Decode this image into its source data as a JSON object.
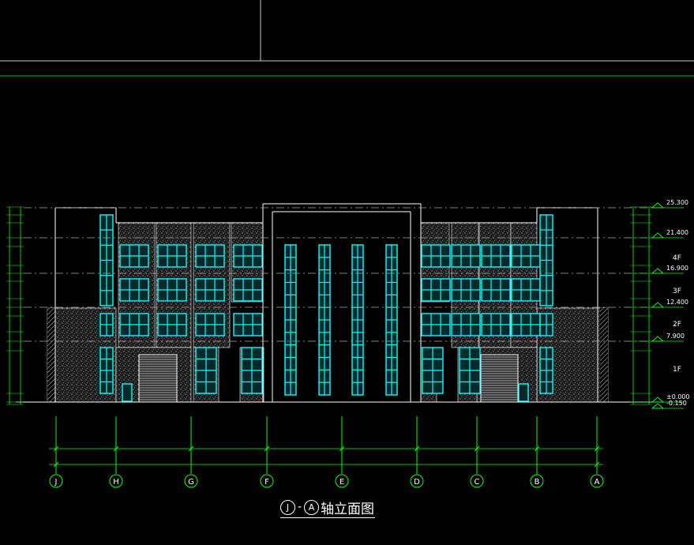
{
  "drawing": {
    "title": {
      "from_axis": "J",
      "separator": "-",
      "to_axis": "A",
      "suffix": "轴立面图"
    },
    "axes": [
      "J",
      "H",
      "G",
      "F",
      "E",
      "D",
      "C",
      "B",
      "A"
    ],
    "floor_labels": [
      "4F",
      "3F",
      "2F",
      "1F"
    ],
    "levels": [
      "25.300",
      "21.400",
      "16.900",
      "12.400",
      "7.900",
      "±0.000",
      "-0.150"
    ],
    "colors": {
      "background": "#000000",
      "outline": "#ffffff",
      "axis_lines": "#00ff00",
      "windows": "#00ffff",
      "stone_cladding": "#777777",
      "hidden_lines": "#aaaaaa"
    }
  }
}
